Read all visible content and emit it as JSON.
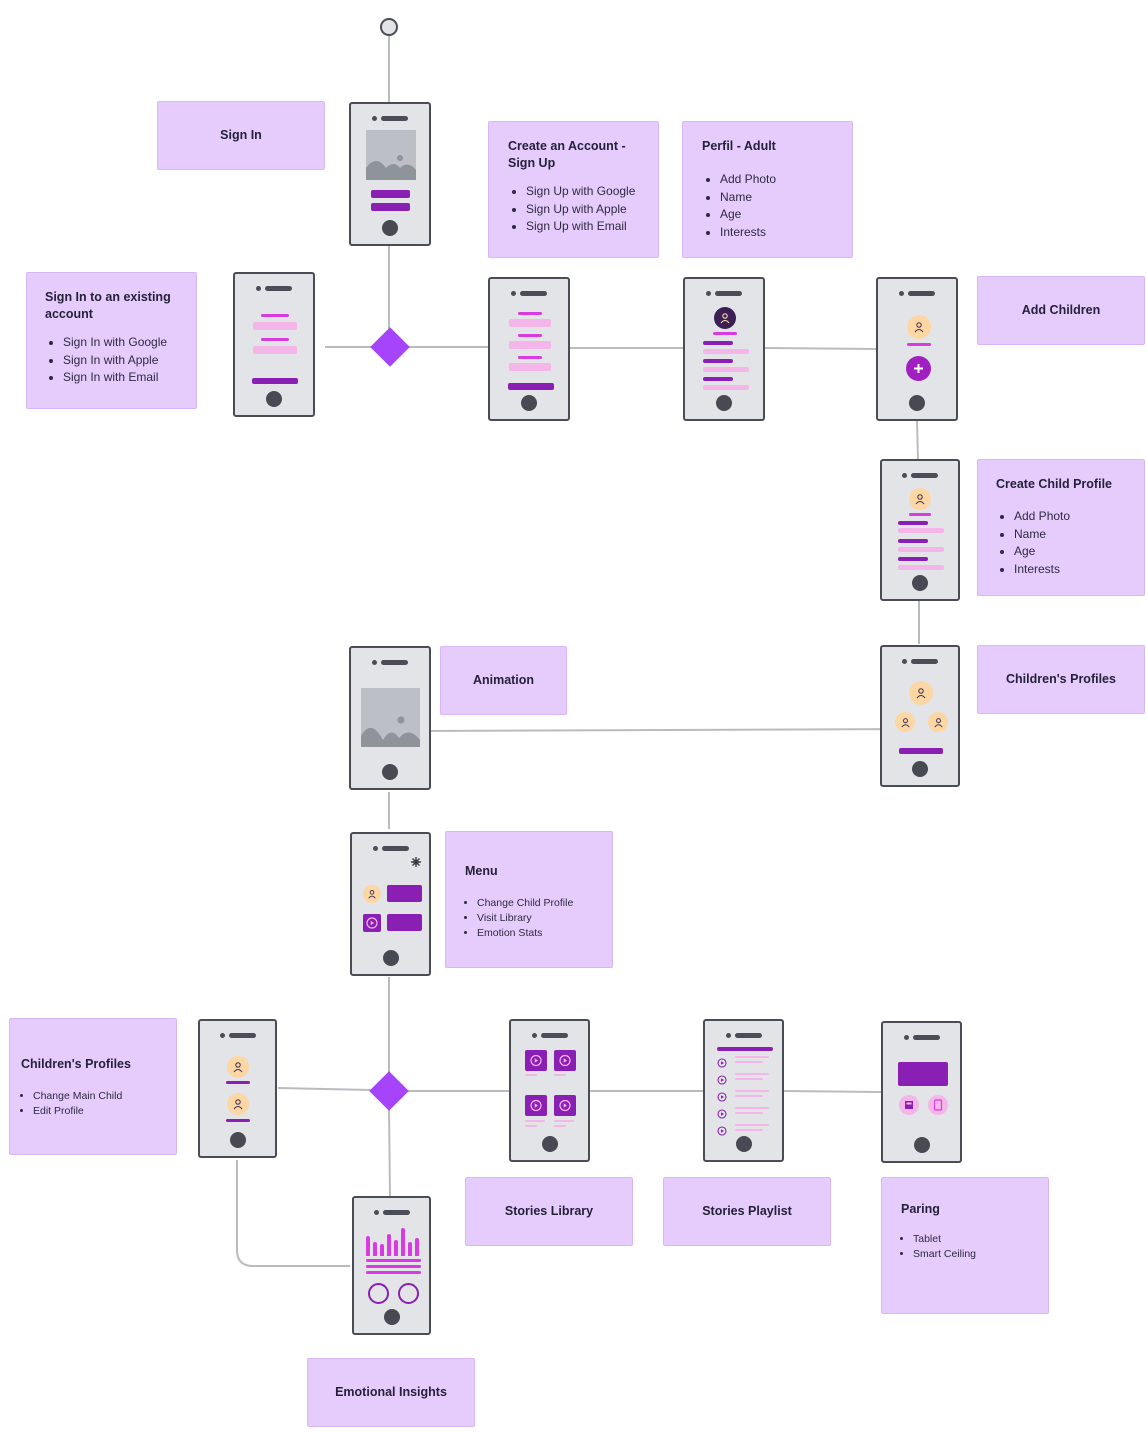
{
  "notes": {
    "sign_in": {
      "title": "Sign In"
    },
    "create_account": {
      "title": "Create an Account  -\nSign Up",
      "items": [
        "Sign Up with Google",
        "Sign Up with Apple",
        "Sign Up with Email"
      ]
    },
    "profile_adult": {
      "title": "Perfil - Adult",
      "items": [
        "Add Photo",
        "Name",
        "Age",
        "Interests"
      ]
    },
    "sign_in_existing": {
      "title": "Sign In to an existing account",
      "items": [
        "Sign In with Google",
        "Sign In with Apple",
        "Sign In with Email"
      ]
    },
    "add_children": {
      "title": "Add Children"
    },
    "create_child_profile": {
      "title": "Create Child Profile",
      "items": [
        "Add Photo",
        "Name",
        "Age",
        "Interests"
      ]
    },
    "animation": {
      "title": "Animation"
    },
    "childrens_profiles_top": {
      "title": "Children's Profiles"
    },
    "menu": {
      "title": "Menu",
      "items": [
        "Change Child Profile",
        "Visit Library",
        "Emotion Stats"
      ]
    },
    "childrens_profiles_bottom": {
      "title": "Children's Profiles",
      "items": [
        "Change Main Child",
        "Edit Profile"
      ]
    },
    "stories_library": {
      "title": "Stories Library"
    },
    "stories_playlist": {
      "title": "Stories Playlist"
    },
    "pairing": {
      "title": "Paring",
      "items": [
        "Tablet",
        "Smart Ceiling"
      ]
    },
    "emotional_insights": {
      "title": "Emotional Insights"
    }
  },
  "colors": {
    "note_fill": "#e6ccfc",
    "decision": "#a544fb",
    "phone_frame": "#4a4d55",
    "phone_fill": "#e3e4e8",
    "accent_dark": "#8a1fb3",
    "accent_magenta": "#d83bdf",
    "accent_pink": "#f4b5e8",
    "avatar": "#fcd6a3",
    "connector": "#b9bbbf"
  }
}
